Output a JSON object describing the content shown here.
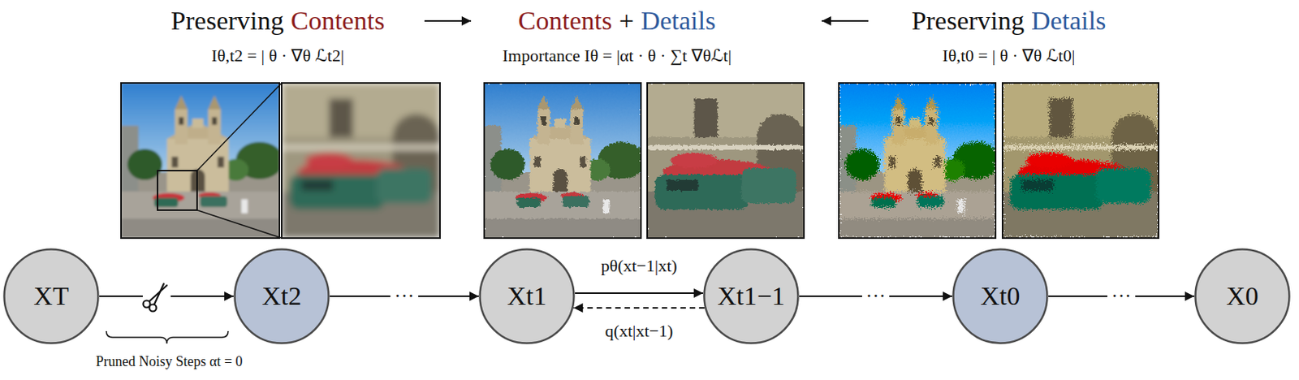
{
  "diagram": {
    "nodes": [
      {
        "text": [
          "XT"
        ]
      },
      {
        "text": [
          "Xt2"
        ]
      },
      {
        "text": [
          "Xt1"
        ]
      },
      {
        "text": [
          "Xt1−1"
        ]
      },
      {
        "text": [
          "Xt0"
        ]
      },
      {
        "text": [
          "X0"
        ]
      }
    ],
    "edges": [
      {
        "from": 0,
        "to": 1,
        "arrow": "to"
      },
      {
        "from": 1,
        "to": 2,
        "arrow": "to",
        "label": "···"
      },
      {
        "from": 2,
        "to": 3,
        "arrow": "to",
        "label": "pθ(xt−1|xt)"
      },
      {
        "from": 3,
        "to": 2,
        "arrow": "to",
        "label": "q(xt|xt−1)"
      },
      {
        "from": 3,
        "to": 4,
        "arrow": "to",
        "label": "···"
      },
      {
        "from": 4,
        "to": 5,
        "arrow": "to",
        "label": "···"
      }
    ],
    "labels": [
      "Preserving",
      "Contents",
      "Contents",
      "+",
      "Details",
      "Preserving",
      "Details",
      "Iθ,t2 = | θ · ∇θ ℒt2|",
      "Importance Iθ = |αt · θ · ∑t ∇θℒt|",
      "Iθ,t0 = | θ · ∇θ ℒt0|",
      "Pruned Noisy Steps αt = 0"
    ]
  }
}
